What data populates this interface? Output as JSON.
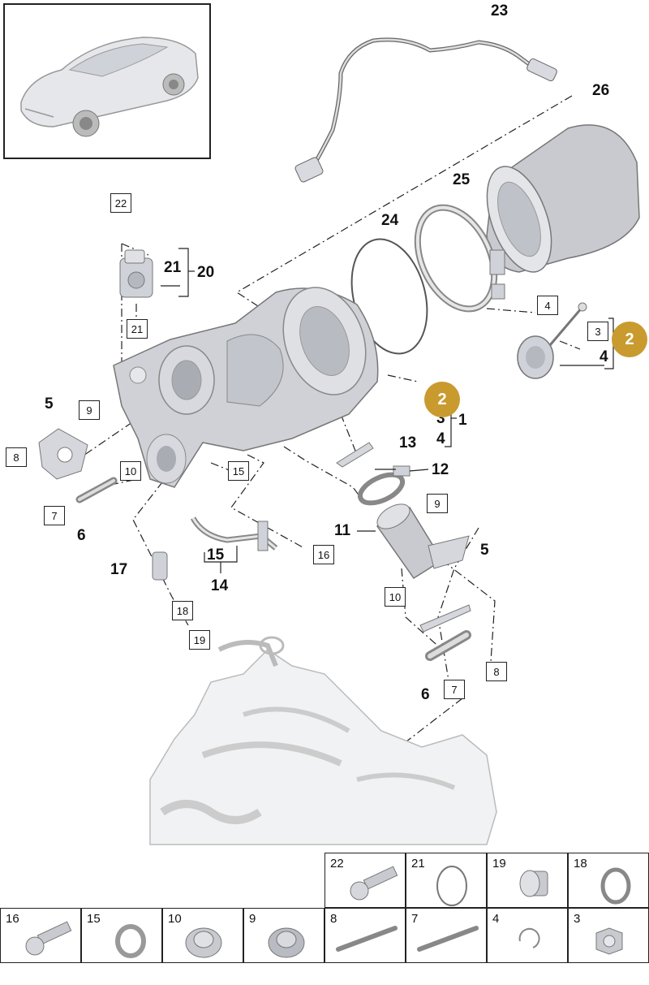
{
  "callouts": {
    "c1": "1",
    "c2": "2",
    "c3": "3",
    "c4": "4",
    "c5": "5",
    "c6": "6",
    "c7": "7",
    "c8": "8",
    "c9": "9",
    "c10": "10",
    "c11": "11",
    "c12": "12",
    "c13": "13",
    "c14": "14",
    "c15": "15",
    "c16": "16",
    "c17": "17",
    "c18": "18",
    "c19": "19",
    "c20": "20",
    "c21": "21",
    "c22": "22",
    "c23": "23",
    "c24": "24",
    "c25": "25",
    "c26": "26"
  },
  "legend": {
    "top_row": [
      "22",
      "21",
      "19",
      "18"
    ],
    "bottom_row": [
      "16",
      "15",
      "10",
      "9",
      "8",
      "7",
      "4",
      "3"
    ]
  },
  "colors": {
    "badge": "#c99a2e",
    "line": "#222222",
    "part_fill": "#d9dadf"
  }
}
